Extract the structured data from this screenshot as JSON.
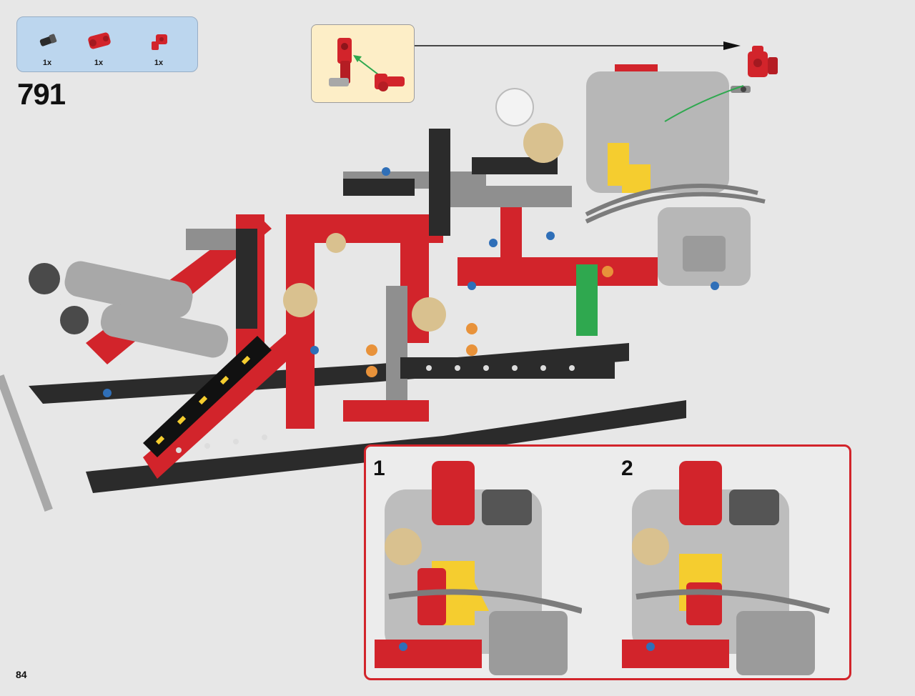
{
  "parts_list": [
    {
      "name": "black-pin-icon",
      "qty": "1x",
      "color": "#2b2b2b"
    },
    {
      "name": "red-cross-block-icon",
      "qty": "1x",
      "color": "#d2242b"
    },
    {
      "name": "red-axle-pin-icon",
      "qty": "1x",
      "color": "#d2242b"
    }
  ],
  "step_number": "791",
  "substeps": [
    {
      "label": "1",
      "image": "substep-1-image"
    },
    {
      "label": "2",
      "image": "substep-2-image"
    }
  ],
  "page_number": "84",
  "colors": {
    "background": "#e7e7e7",
    "parts_box": "#bcd6ee",
    "callout": "#fdeec7",
    "inset_border": "#d2242b",
    "brick_red": "#d2242b",
    "brick_black": "#2b2b2b",
    "brick_gray": "#a8a8a8",
    "brick_yellow": "#f5cd2f",
    "brick_green": "#2fa84f",
    "brick_tan": "#d9c18f",
    "brick_blue": "#2f6fb8",
    "brick_orange": "#e8923a"
  }
}
